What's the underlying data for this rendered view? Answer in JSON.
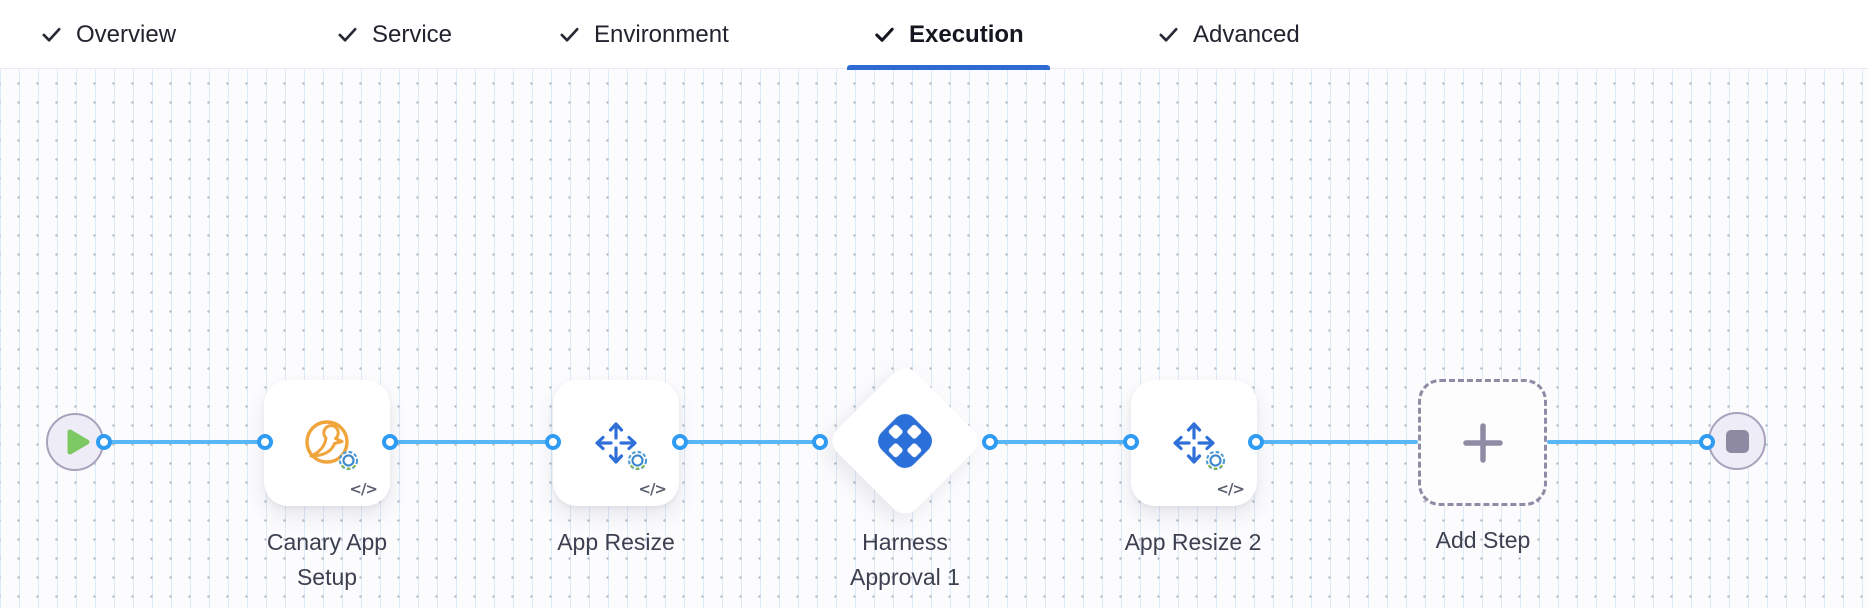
{
  "tabs": {
    "items": [
      {
        "label": "Overview",
        "checked": true,
        "active": false
      },
      {
        "label": "Service",
        "checked": true,
        "active": false
      },
      {
        "label": "Environment",
        "checked": true,
        "active": false
      },
      {
        "label": "Execution",
        "checked": true,
        "active": true
      },
      {
        "label": "Advanced",
        "checked": true,
        "active": false
      }
    ]
  },
  "pipeline": {
    "nodes": [
      {
        "type": "start-node",
        "icon": "play-icon"
      },
      {
        "type": "step",
        "label": "Canary App Setup",
        "icon": "canary-icon",
        "code_badge": "</>"
      },
      {
        "type": "step",
        "label": "App Resize",
        "icon": "resize-arrows-icon",
        "code_badge": "</>"
      },
      {
        "type": "approval-diamond",
        "label": "Harness Approval 1",
        "icon": "harness-logo-icon"
      },
      {
        "type": "step",
        "label": "App Resize 2",
        "icon": "resize-arrows-icon",
        "code_badge": "</>"
      },
      {
        "type": "add-step",
        "label": "Add Step",
        "icon": "plus-icon"
      },
      {
        "type": "end-node",
        "icon": "stop-icon"
      }
    ],
    "colors": {
      "edge": "#59B7F6",
      "port_ring": "#2F9BF2",
      "active_tab_underline": "#2E6BD3",
      "harness_blue": "#2B6FD8",
      "canary_orange": "#F0A43C",
      "play_green": "#7CC863",
      "marker_gray": "#8E8AA1",
      "grid_dot": "#B8BEC8"
    }
  }
}
